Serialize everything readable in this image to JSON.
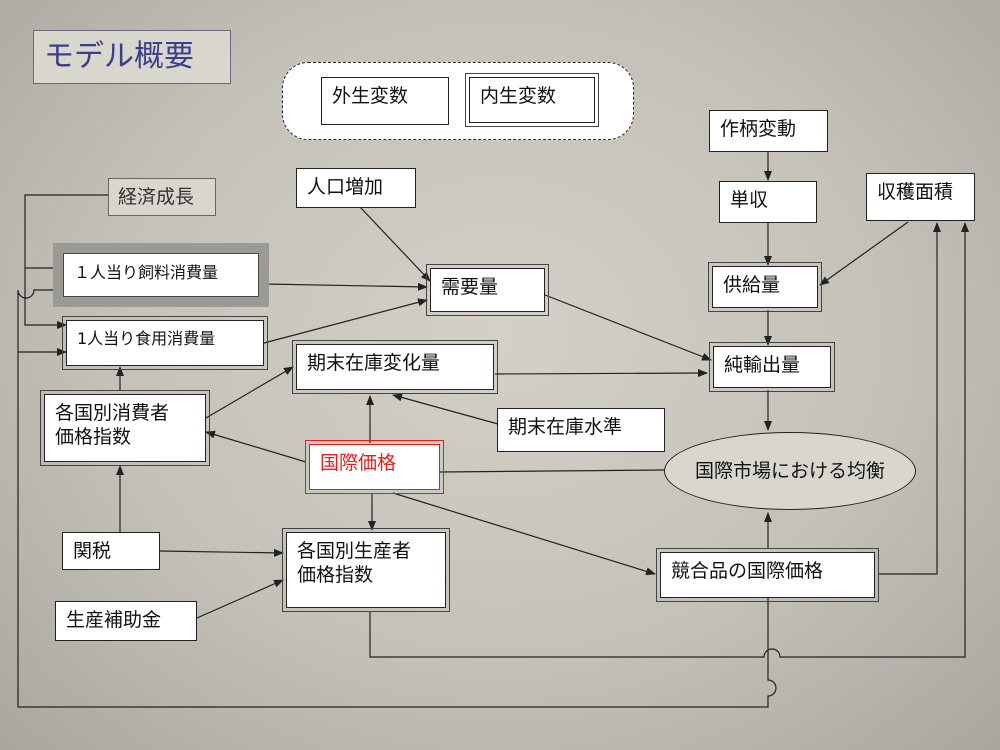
{
  "title": "モデル概要",
  "legend": {
    "exogenous": "外生変数",
    "endogenous": "内生変数"
  },
  "nodes": {
    "economic_growth": "経済成長",
    "population_increase": "人口増加",
    "feed_consumption": "１人当り飼料消費量",
    "food_consumption": "1人当り食用消費量",
    "demand": "需要量",
    "consumer_price_index": "各国別消費者\n価格指数",
    "stock_change": "期末在庫変化量",
    "stock_level": "期末在庫水準",
    "international_price": "国際価格",
    "tariff": "関税",
    "production_subsidy": "生産補助金",
    "producer_price_index": "各国別生産者\n価格指数",
    "crop_fluctuation": "作柄変動",
    "yield": "単収",
    "harvested_area": "収穫面積",
    "supply": "供給量",
    "net_exports": "純輸出量",
    "market_equilibrium": "国際市場における均衡",
    "competing_price": "競合品の国際価格"
  },
  "colors": {
    "highlight": "#e02020",
    "title_text": "#3a3f8a"
  }
}
